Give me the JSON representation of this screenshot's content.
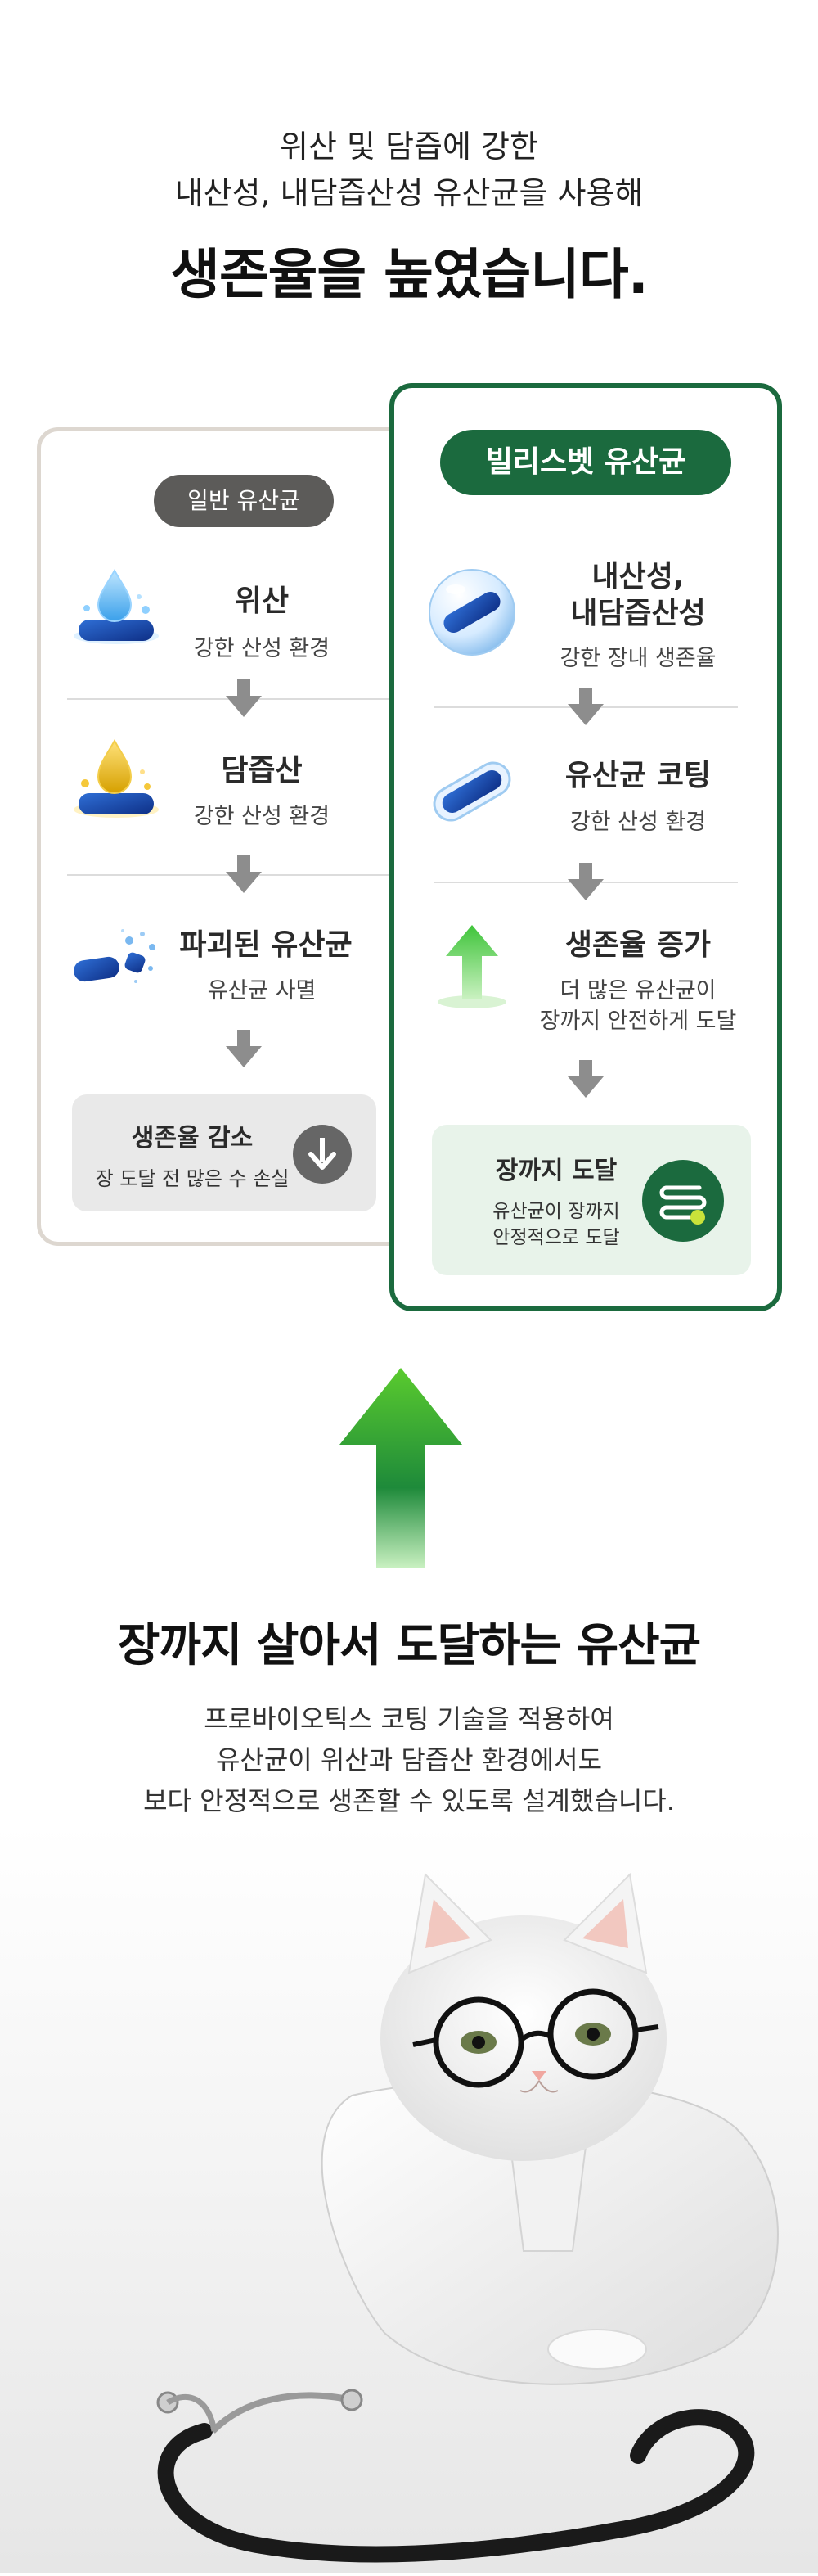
{
  "header": {
    "line1": "위산 및 담즙에 강한",
    "line2": "내산성, 내담즙산성 유산균을 사용해",
    "title": "생존율을 높였습니다."
  },
  "left_card": {
    "badge": "일반 유산균",
    "steps": [
      {
        "title": "위산",
        "sub": "강한 산성 환경"
      },
      {
        "title": "담즙산",
        "sub": "강한 산성 환경"
      },
      {
        "title": "파괴된 유산균",
        "sub": "유산균 사멸"
      }
    ],
    "summary": {
      "title": "생존율 감소",
      "sub": "장 도달 전 많은 수 손실"
    }
  },
  "right_card": {
    "badge": "빌리스벳 유산균",
    "steps": [
      {
        "title_line1": "내산성,",
        "title_line2": "내담즙산성",
        "sub": "강한 장내 생존율"
      },
      {
        "title": "유산균 코팅",
        "sub": "강한 산성 환경"
      },
      {
        "title": "생존율 증가",
        "sub_line1": "더 많은 유산균이",
        "sub_line2": "장까지 안전하게 도달"
      }
    ],
    "summary": {
      "title": "장까지 도달",
      "sub_line1": "유산균이 장까지",
      "sub_line2": "안정적으로 도달"
    }
  },
  "bottom": {
    "title": "장까지 살아서 도달하는 유산균",
    "p1": "프로바이오틱스 코팅 기술을 적용하여",
    "p2": "유산균이 위산과 담즙산 환경에서도",
    "p3": "보다 안정적으로 생존할 수 있도록 설계했습니다."
  },
  "colors": {
    "brand_green": "#1b6a3e",
    "gray_pill": "#5c5b59",
    "card_border_gray": "#ddd7d0",
    "summary_green_bg": "#e8f3ea"
  },
  "icons": [
    "water-drop-capsule-icon",
    "bile-drop-capsule-icon",
    "broken-capsule-icon",
    "bubble-capsule-icon",
    "coated-capsule-icon",
    "green-up-arrow-icon",
    "intestine-icon",
    "down-arrow-circle-icon"
  ]
}
